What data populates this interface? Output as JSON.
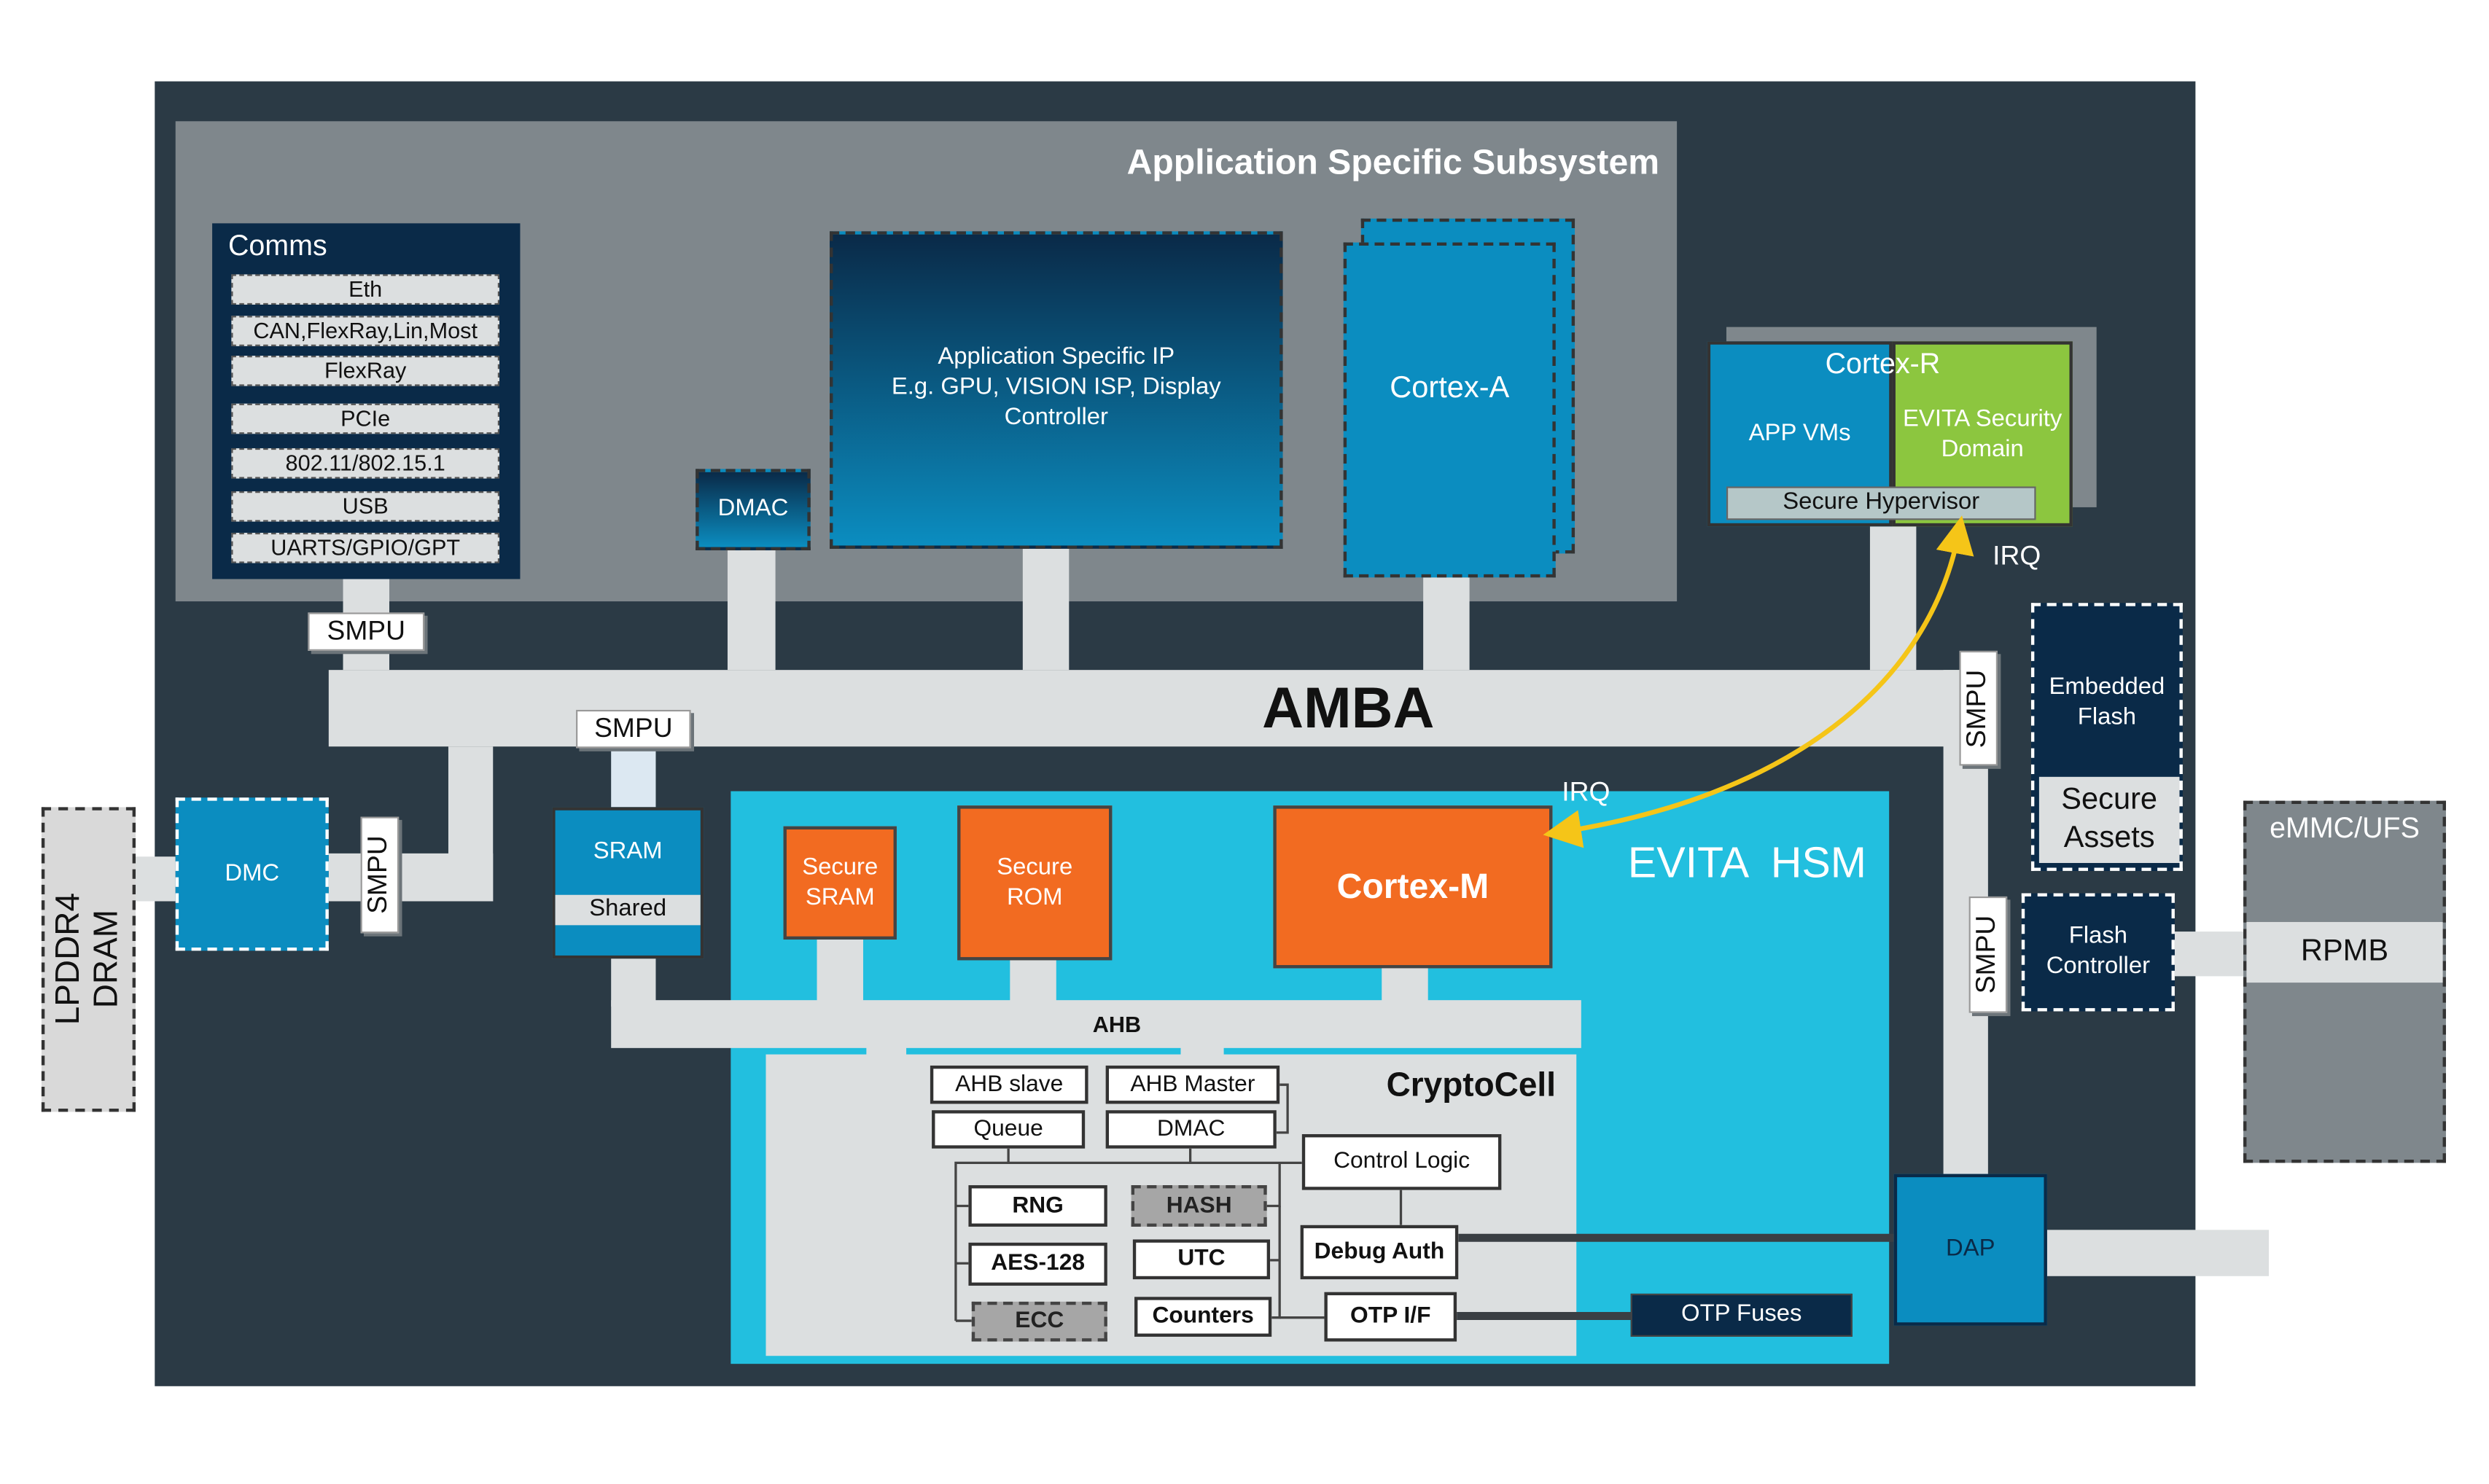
{
  "colors": {
    "soc_bg": "#2b3a45",
    "subsystem_gray": "#7f878c",
    "bus": "#dcdfe0",
    "navy": "#0a2a48",
    "blue": "#0b8dc0",
    "hsm_cyan": "#22bfdf",
    "orange": "#f26b21",
    "green": "#8cc63f",
    "irq_arrow": "#f5c518"
  },
  "subsystem": {
    "title": "Application Specific Subsystem"
  },
  "comms": {
    "title": "Comms",
    "items": [
      "Eth",
      "CAN,FlexRay,Lin,Most",
      "FlexRay",
      "PCIe",
      "802.11/802.15.1",
      "USB",
      "UARTS/GPIO/GPT"
    ]
  },
  "dmac": "DMAC",
  "app_ip": {
    "line1": "Application Specific IP",
    "line2": "E.g. GPU, VISION ISP, Display",
    "line3": "Controller"
  },
  "cortex_a": "Cortex-A",
  "cortex_r": {
    "title": "Cortex-R",
    "app_vms": "APP VMs",
    "evita1": "EVITA  Security",
    "evita2": "Domain",
    "hypervisor": "Secure Hypervisor"
  },
  "irq_top": "IRQ",
  "irq_hsm": "IRQ",
  "amba": "AMBA",
  "smpu": "SMPU",
  "sram": {
    "title": "SRAM",
    "shared": "Shared"
  },
  "dmc": "DMC",
  "dram": {
    "line1": "LPDDR4",
    "line2": "DRAM"
  },
  "hsm": {
    "title": "EVITA  HSM",
    "secure_sram1": "Secure",
    "secure_sram2": "SRAM",
    "secure_rom1": "Secure",
    "secure_rom2": "ROM",
    "cortex_m": "Cortex-M",
    "ahb": "AHB"
  },
  "cryptocell": {
    "title": "CryptoCell",
    "ahb_slave": "AHB slave",
    "ahb_master": "AHB Master",
    "queue": "Queue",
    "dmac": "DMAC",
    "control_logic": "Control Logic",
    "rng": "RNG",
    "hash": "HASH",
    "aes": "AES-128",
    "utc": "UTC",
    "debug_auth": "Debug Auth",
    "ecc": "ECC",
    "counters": "Counters",
    "otp_if": "OTP I/F"
  },
  "otp_fuses": "OTP Fuses",
  "dap": "DAP",
  "flash": {
    "embedded1": "Embedded",
    "embedded2": "Flash",
    "assets1": "Secure",
    "assets2": "Assets",
    "ctrl1": "Flash",
    "ctrl2": "Controller"
  },
  "emmc": {
    "title": "eMMC/UFS",
    "rpmb": "RPMB"
  }
}
